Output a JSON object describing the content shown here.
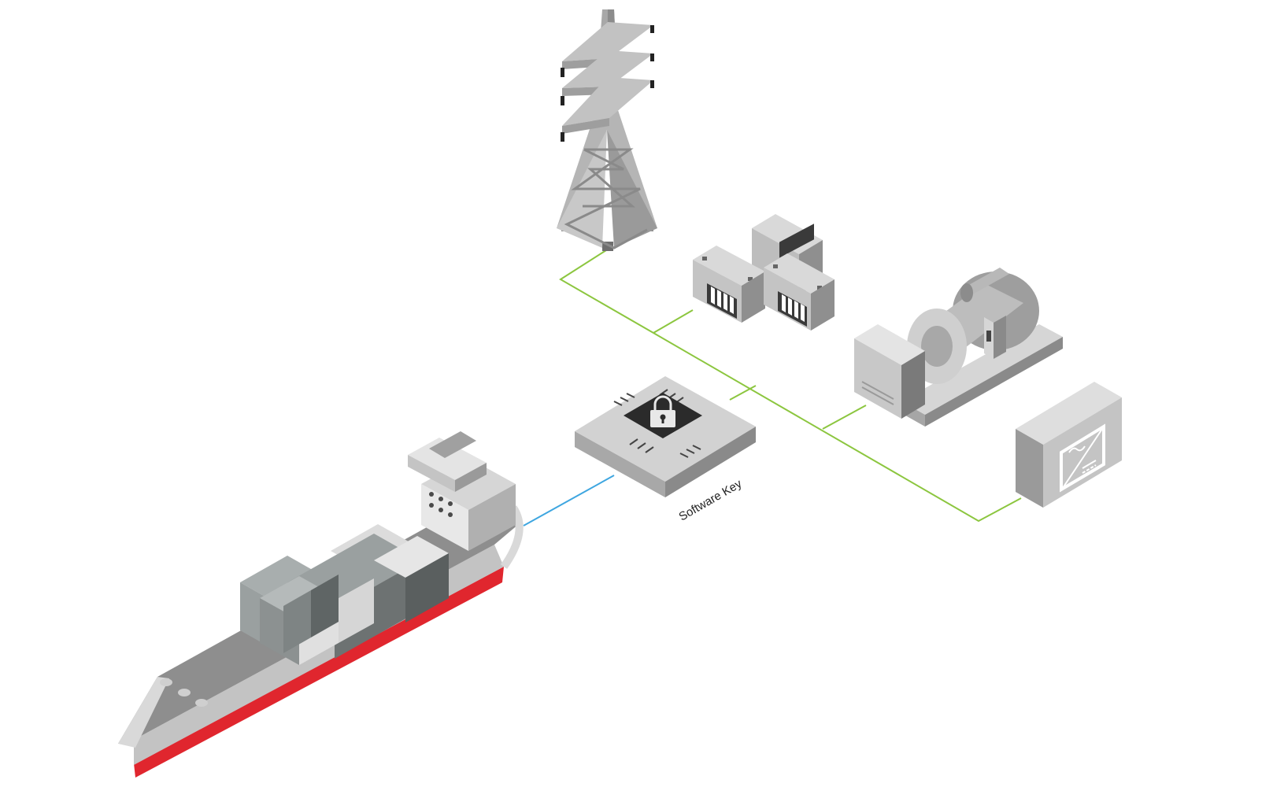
{
  "labels": {
    "software_key": "Software Key"
  },
  "colors": {
    "grid_link": "#8cc63f",
    "ship_link": "#3ea6e0",
    "hull_stripe": "#e0262e",
    "chip_dark": "#2b2b2b",
    "device_light": "#cfcfcf",
    "device_mid": "#a9a9a9",
    "device_dark": "#7d7d7d"
  },
  "components": [
    {
      "id": "transmission-tower",
      "icon": "power-pylon-icon"
    },
    {
      "id": "battery-storage",
      "icon": "battery-icon",
      "count": 3
    },
    {
      "id": "generator",
      "icon": "generator-icon"
    },
    {
      "id": "inverter",
      "icon": "ac-dc-converter-icon"
    },
    {
      "id": "software-key",
      "icon": "padlock-chip-icon"
    },
    {
      "id": "container-ship",
      "icon": "cargo-ship-icon"
    }
  ]
}
